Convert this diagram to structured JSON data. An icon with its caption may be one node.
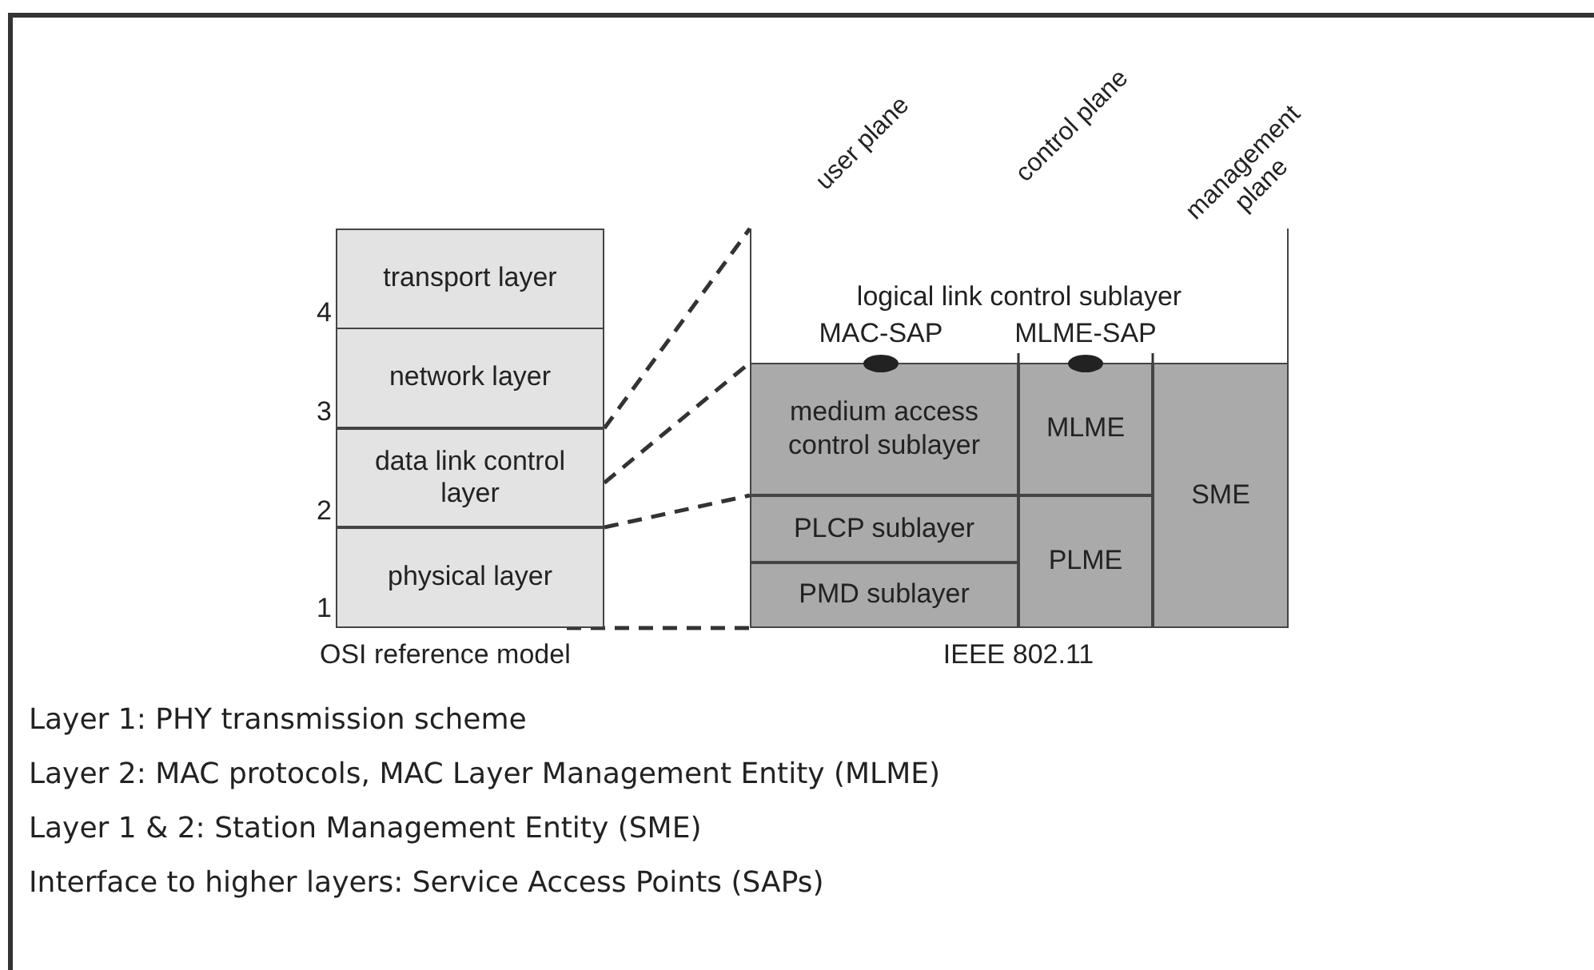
{
  "diagram": {
    "nodes": [
      {
        "text": [
          "transport layer"
        ]
      },
      {
        "text": [
          "network layer"
        ]
      },
      {
        "text": [
          "data link control layer"
        ]
      },
      {
        "text": [
          "physical layer"
        ]
      },
      {
        "text": [
          "medium access control sublayer"
        ]
      },
      {
        "text": [
          "MLME"
        ]
      },
      {
        "text": [
          "SME"
        ]
      },
      {
        "text": [
          "PLCP sublayer"
        ]
      },
      {
        "text": [
          "PLME"
        ]
      },
      {
        "text": [
          "PMD sublayer"
        ]
      },
      {
        "text": [],
        "shape": "circle",
        "beside": [
          "MAC-SAP"
        ]
      },
      {
        "text": [],
        "shape": "circle",
        "beside": [
          "MLME-SAP"
        ]
      },
      {
        "text": [
          "logical link control sublayer"
        ]
      }
    ],
    "edges": [
      {
        "from": 2,
        "to": 12,
        "arrow": "none",
        "style": "dashed"
      },
      {
        "from": 2,
        "to": 4,
        "arrow": "none",
        "style": "dashed"
      },
      {
        "from": 2,
        "to": 7,
        "arrow": "none",
        "style": "dashed"
      },
      {
        "from": 3,
        "to": 9,
        "arrow": "none",
        "style": "dashed"
      }
    ],
    "labels": [
      "user plane",
      "control plane",
      "management plane",
      "4",
      "3",
      "2",
      "1",
      "OSI reference model",
      "IEEE 802.11",
      "Layer 1: PHY transmission scheme",
      "Layer 2: MAC protocols, MAC Layer Management Entity (MLME)",
      "Layer 1 & 2: Station Management Entity (SME)",
      "Interface to higher layers: Service Access Points (SAPs)"
    ]
  }
}
